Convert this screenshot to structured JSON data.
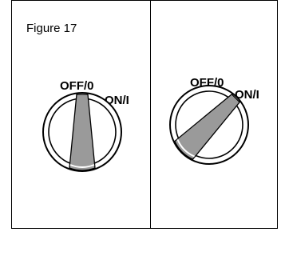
{
  "figure": {
    "caption": "Figure 17",
    "panels": [
      {
        "id": "off",
        "label_off": "OFF/0",
        "label_on": "ON/I",
        "knob_fill": "#9a9a9a",
        "state": "OFF/0"
      },
      {
        "id": "on",
        "label_off": "OFF/0",
        "label_on": "ON/I",
        "knob_fill": "#9a9a9a",
        "state": "ON/I"
      }
    ]
  }
}
